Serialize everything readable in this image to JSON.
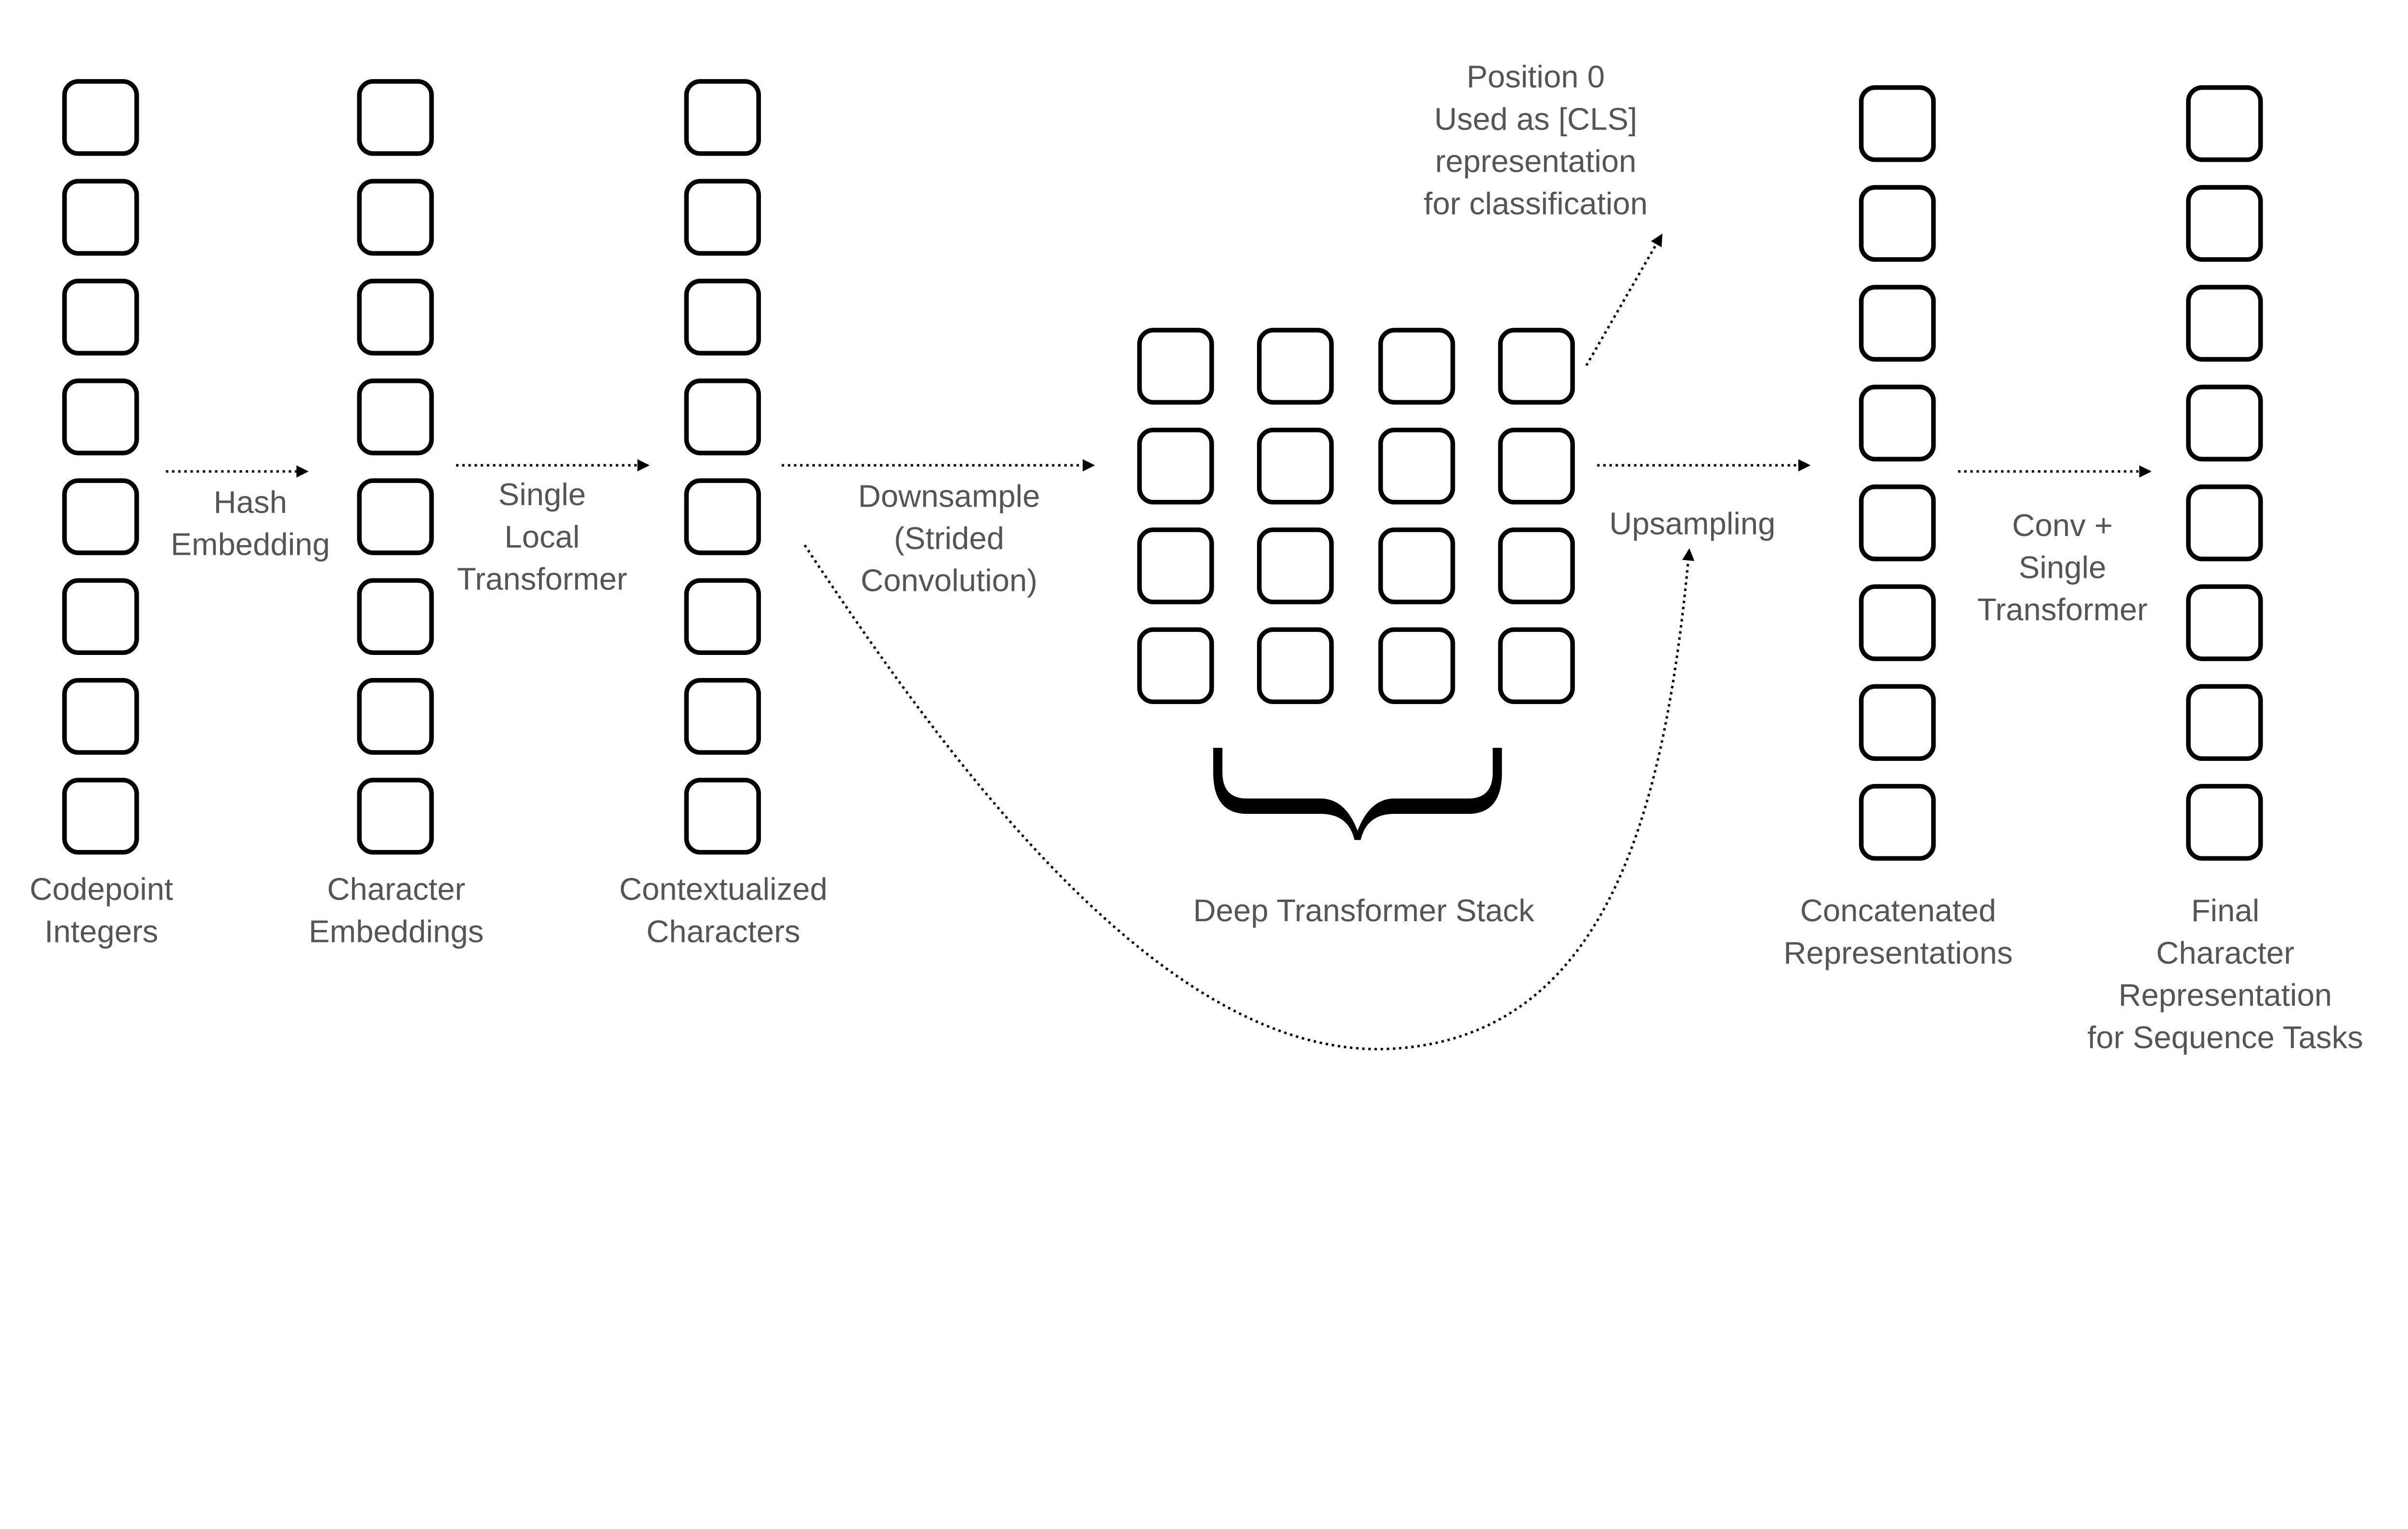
{
  "columns": [
    {
      "id": "codepoint-integers",
      "label": [
        "Codepoint",
        "Integers"
      ],
      "boxes": 8
    },
    {
      "id": "character-embeddings",
      "label": [
        "Character",
        "Embeddings"
      ],
      "boxes": 8
    },
    {
      "id": "contextualized-characters",
      "label": [
        "Contextualized",
        "Characters"
      ],
      "boxes": 8
    },
    {
      "id": "concatenated-representations",
      "label": [
        "Concatenated",
        "Representations"
      ],
      "boxes": 8
    },
    {
      "id": "final-character-representation",
      "label": [
        "Final",
        "Character",
        "Representation",
        "for Sequence Tasks"
      ],
      "boxes": 8
    }
  ],
  "deep_stack": {
    "label": "Deep Transformer Stack",
    "rows": 4,
    "cols": 4
  },
  "arrows": {
    "hash_embedding": [
      "Hash",
      "Embedding"
    ],
    "single_local_transformer": [
      "Single",
      "Local",
      "Transformer"
    ],
    "downsample": [
      "Downsample",
      "(Strided",
      "Convolution)"
    ],
    "upsampling": [
      "Upsampling"
    ],
    "conv_single_transformer": [
      "Conv +",
      "Single",
      "Transformer"
    ]
  },
  "cls_note": [
    "Position 0",
    "Used as [CLS]",
    "representation",
    "for classification"
  ],
  "colors": {
    "text": "#555555",
    "stroke": "#000000",
    "background": "#ffffff"
  }
}
